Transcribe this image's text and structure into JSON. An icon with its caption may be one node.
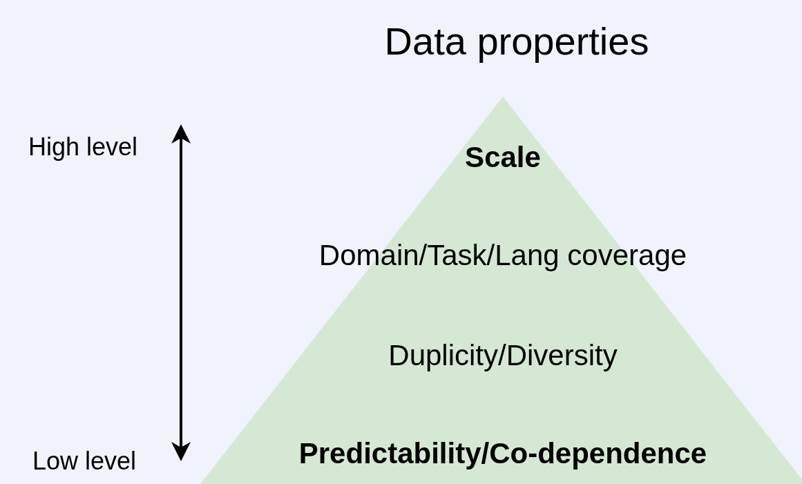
{
  "diagram": {
    "title": "Data properties",
    "nodes": [
      {
        "text": [
          "Scale",
          "Domain/Task/Lang coverage",
          "Duplicity/Diversity",
          "Predictability/Co-dependence"
        ]
      }
    ],
    "edges": [],
    "labels": [
      "High level",
      "Low level"
    ]
  }
}
